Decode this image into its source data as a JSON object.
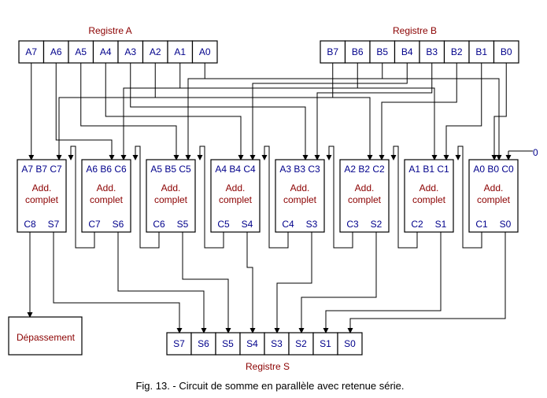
{
  "register_a": {
    "title": "Registre  A",
    "cells": [
      "A7",
      "A6",
      "A5",
      "A4",
      "A3",
      "A2",
      "A1",
      "A0"
    ]
  },
  "register_b": {
    "title": "Registre  B",
    "cells": [
      "B7",
      "B6",
      "B5",
      "B4",
      "B3",
      "B2",
      "B1",
      "B0"
    ]
  },
  "register_s": {
    "title": "Registre  S",
    "cells": [
      "S7",
      "S6",
      "S5",
      "S4",
      "S3",
      "S2",
      "S1",
      "S0"
    ]
  },
  "adders": [
    {
      "inputs": "A7 B7 C7",
      "line1": "Add.",
      "line2": "complet",
      "carry_out": "C8",
      "sum": "S7"
    },
    {
      "inputs": "A6 B6 C6",
      "line1": "Add.",
      "line2": "complet",
      "carry_out": "C7",
      "sum": "S6"
    },
    {
      "inputs": "A5 B5 C5",
      "line1": "Add.",
      "line2": "complet",
      "carry_out": "C6",
      "sum": "S5"
    },
    {
      "inputs": "A4 B4 C4",
      "line1": "Add.",
      "line2": "complet",
      "carry_out": "C5",
      "sum": "S4"
    },
    {
      "inputs": "A3 B3 C3",
      "line1": "Add.",
      "line2": "complet",
      "carry_out": "C4",
      "sum": "S3"
    },
    {
      "inputs": "A2 B2 C2",
      "line1": "Add.",
      "line2": "complet",
      "carry_out": "C3",
      "sum": "S2"
    },
    {
      "inputs": "A1 B1 C1",
      "line1": "Add.",
      "line2": "complet",
      "carry_out": "C2",
      "sum": "S1"
    },
    {
      "inputs": "A0 B0 C0",
      "line1": "Add.",
      "line2": "complet",
      "carry_out": "C1",
      "sum": "S0"
    }
  ],
  "carry_in_value": "0",
  "overflow_label": "Dépassement",
  "caption": "Fig. 13. - Circuit de somme en parallèle avec retenue série."
}
